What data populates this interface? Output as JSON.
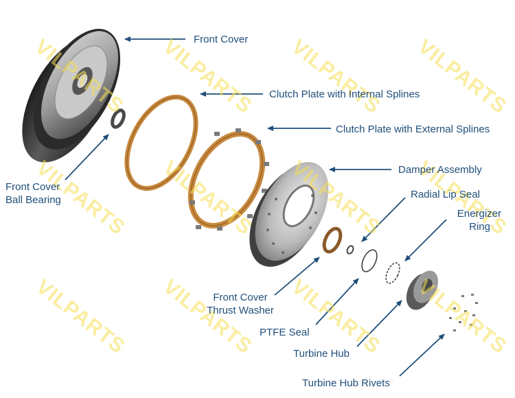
{
  "watermark": "VILPARTS",
  "labels": {
    "front_cover": "Front Cover",
    "clutch_internal": "Clutch Plate with Internal Splines",
    "clutch_external": "Clutch Plate with External Splines",
    "damper": "Damper Assembly",
    "radial_lip_seal": "Radial Lip Seal",
    "energizer_ring": [
      "Energizer",
      "Ring"
    ],
    "front_cover_bearing": [
      "Front Cover",
      "Ball Bearing"
    ],
    "thrust_washer": [
      "Front Cover",
      "Thrust Washer"
    ],
    "ptfe_seal": "PTFE Seal",
    "turbine_hub": "Turbine Hub",
    "turbine_hub_rivets": "Turbine Hub Rivets"
  },
  "colors": {
    "label": "#1f4e7a",
    "arrow": "#1f4e7a",
    "clutch": "#c98a3f",
    "watermark": "#f6df57"
  }
}
